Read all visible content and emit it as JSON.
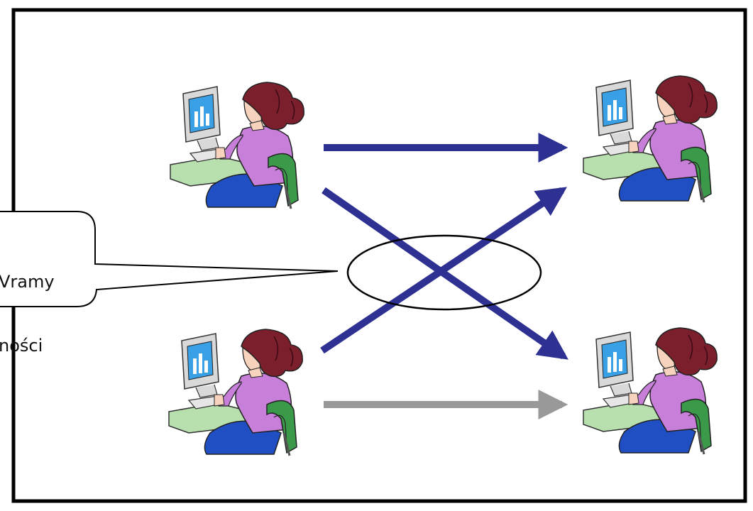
{
  "callout": {
    "line1": "Vramy",
    "line2": "ności"
  },
  "colors": {
    "frame": "#000000",
    "arrow_active": "#2e3192",
    "arrow_inactive": "#999999",
    "shirt": "#c77fd9",
    "hair": "#7a1f2b",
    "skin": "#f7d3bd",
    "screen": "#3aa0e6",
    "chair": "#3a9a4a",
    "desk": "#b8dfae",
    "pants": "#1f4fc2"
  },
  "diagram": {
    "stations": [
      {
        "id": "top-left",
        "icon": "computer-user-icon"
      },
      {
        "id": "top-right",
        "icon": "computer-user-icon"
      },
      {
        "id": "bottom-left",
        "icon": "computer-user-icon"
      },
      {
        "id": "bottom-right",
        "icon": "computer-user-icon"
      }
    ],
    "arrows": [
      {
        "from": "top-left",
        "to": "top-right",
        "style": "active"
      },
      {
        "from": "top-left",
        "to": "bottom-right",
        "style": "active"
      },
      {
        "from": "bottom-left",
        "to": "top-right",
        "style": "active"
      },
      {
        "from": "bottom-left",
        "to": "bottom-right",
        "style": "inactive"
      }
    ]
  }
}
